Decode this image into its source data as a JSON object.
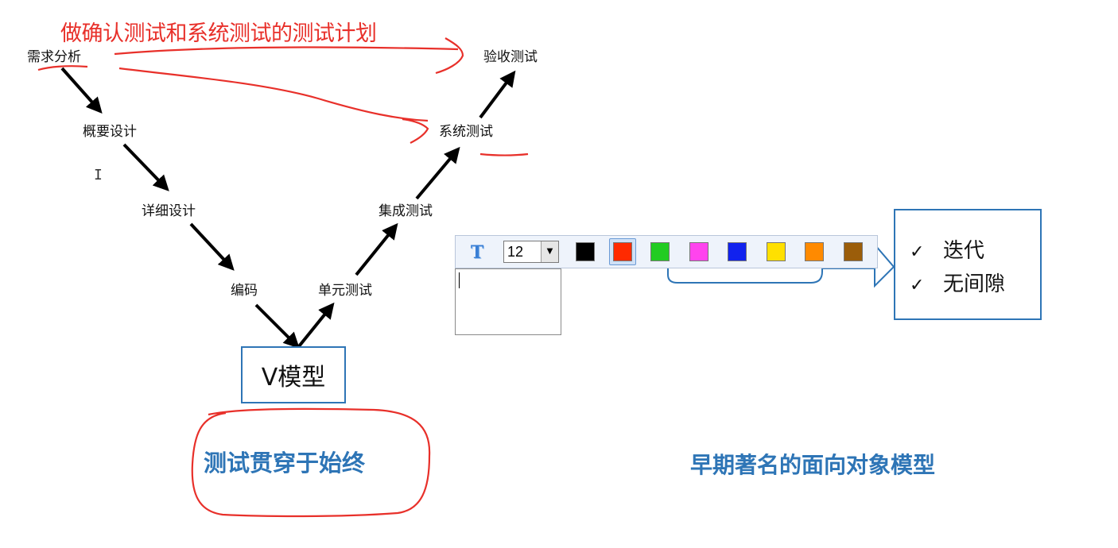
{
  "annotation": {
    "text": "做确认测试和系统测试的测试计划",
    "color": "#e8302a"
  },
  "v_model": {
    "left_nodes": [
      "需求分析",
      "概要设计",
      "详细设计",
      "编码"
    ],
    "right_nodes": [
      "单元测试",
      "集成测试",
      "系统测试",
      "验收测试"
    ],
    "center_label": "V模型",
    "caption": "测试贯穿于始终"
  },
  "oo_model": {
    "caption": "早期著名的面向对象模型",
    "callout_items": [
      {
        "check": "✓",
        "label": "迭代"
      },
      {
        "check": "✓",
        "label": "无间隙"
      }
    ],
    "accent_color": "#2e75b6"
  },
  "text_toolbar": {
    "text_tool_icon": "T",
    "font_size_value": "12",
    "dropdown_icon": "▼",
    "colors": [
      "#000000",
      "#ff2a00",
      "#22cc22",
      "#ff44ee",
      "#1122ee",
      "#ffe000",
      "#ff8a00",
      "#9b5d0a"
    ],
    "selected_color_index": 1
  }
}
